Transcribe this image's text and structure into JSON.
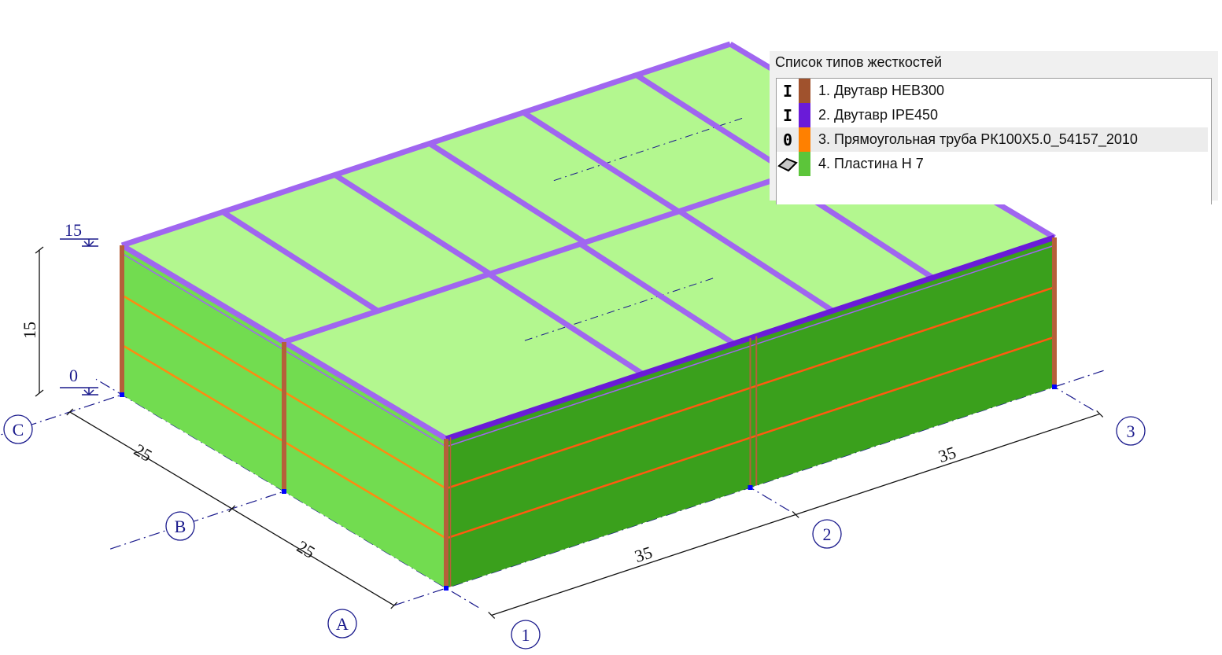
{
  "legend": {
    "title": "Список типов жесткостей",
    "items": [
      {
        "label": "1. Двутавр HEB300",
        "icon": "i-beam-icon",
        "glyph": "I",
        "color": "#a0522d"
      },
      {
        "label": "2. Двутавр IPE450",
        "icon": "i-beam-icon",
        "glyph": "I",
        "color": "#6a1bd8"
      },
      {
        "label": "3. Прямоугольная труба РК100X5.0_54157_2010",
        "icon": "rect-tube-icon",
        "glyph": "0",
        "color": "#ff8000",
        "selected": true
      },
      {
        "label": "4. Пластина  H 7",
        "icon": "plate-icon",
        "glyph": "",
        "color": "#5cc53a"
      }
    ]
  },
  "axes": {
    "letters": [
      "A",
      "B",
      "C"
    ],
    "numbers": [
      "1",
      "2",
      "3"
    ]
  },
  "dimensions": {
    "span_ac": [
      "25",
      "25"
    ],
    "span_13": [
      "35",
      "35"
    ],
    "height": "15",
    "level_top": "15",
    "level_bottom": "0"
  },
  "colors": {
    "roof": "#b3f78f",
    "wall_side": "#72dc50",
    "wall_front": "#3aa01c",
    "column": "#b5603a",
    "beam": "#a066f0",
    "beam_dark": "#6a1bd8",
    "rail": "#ff8a10",
    "axis": "#1a1a8c"
  }
}
